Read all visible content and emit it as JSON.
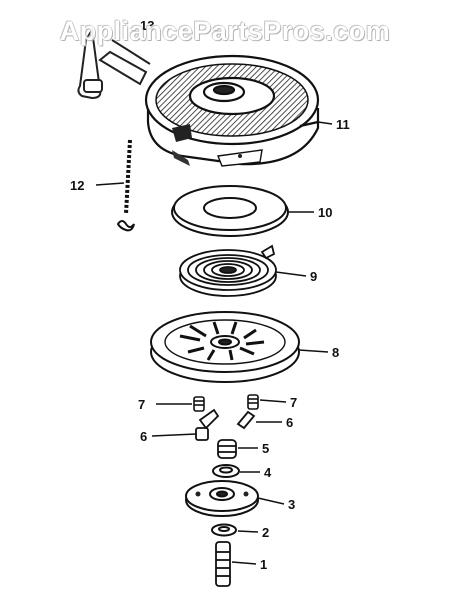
{
  "watermark": "AppliancePartsPros.com",
  "labels": {
    "p1": "1",
    "p2": "2",
    "p3": "3",
    "p4": "4",
    "p5": "5",
    "p6a": "6",
    "p6b": "6",
    "p7a": "7",
    "p7b": "7",
    "p8": "8",
    "p9": "9",
    "p10": "10",
    "p11": "11",
    "p12": "12",
    "p13": "13"
  }
}
